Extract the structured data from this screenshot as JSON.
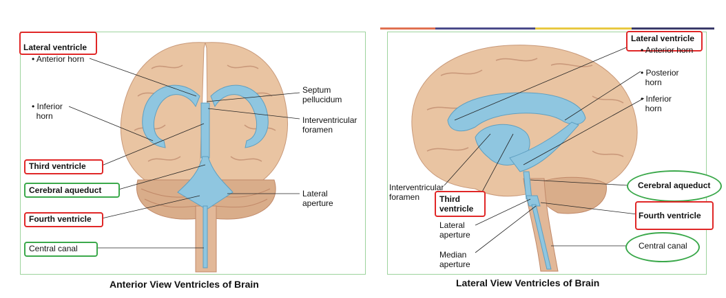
{
  "left": {
    "caption": "Anterior View Ventricles of Brain",
    "labels": {
      "lateral_ventricle": "Lateral ventricle",
      "anterior_horn": "• Anterior horn",
      "inferior_horn": "• Inferior\n  horn",
      "septum_pellucidum": "Septum\npellucidum",
      "interventricular_foramen": "Interventricular\nforamen",
      "third_ventricle": "Third ventricle",
      "cerebral_aqueduct": "Cerebral aqueduct",
      "lateral_aperture": "Lateral\naperture",
      "fourth_ventricle": "Fourth ventricle",
      "central_canal": "Central canal"
    }
  },
  "right": {
    "caption": "Lateral View Ventricles of Brain",
    "labels": {
      "lateral_ventricle": "Lateral ventricle",
      "anterior_horn": "• Anterior horn",
      "posterior_horn": "• Posterior\n  horn",
      "inferior_horn": "• Inferior\n  horn",
      "interventricular_foramen": "Interventricular\nforamen",
      "third_ventricle": "Third\nventricle",
      "lateral_aperture": "Lateral\naperture",
      "median_aperture": "Median\naperture",
      "cerebral_aqueduct": "Cerebral aqueduct",
      "fourth_ventricle": "Fourth ventricle",
      "central_canal": "Central canal"
    }
  },
  "colors": {
    "brain": "#e9c4a2",
    "brain_shadow": "#cf9f7d",
    "ventricle": "#8fc6e0",
    "red_box": "#e02626",
    "green_box": "#3aa84a",
    "panel_border": "#9cd39c"
  },
  "stripe_colors": [
    "#e07050",
    "#4a4a8a",
    "#e8c840",
    "#3a3a6a"
  ]
}
